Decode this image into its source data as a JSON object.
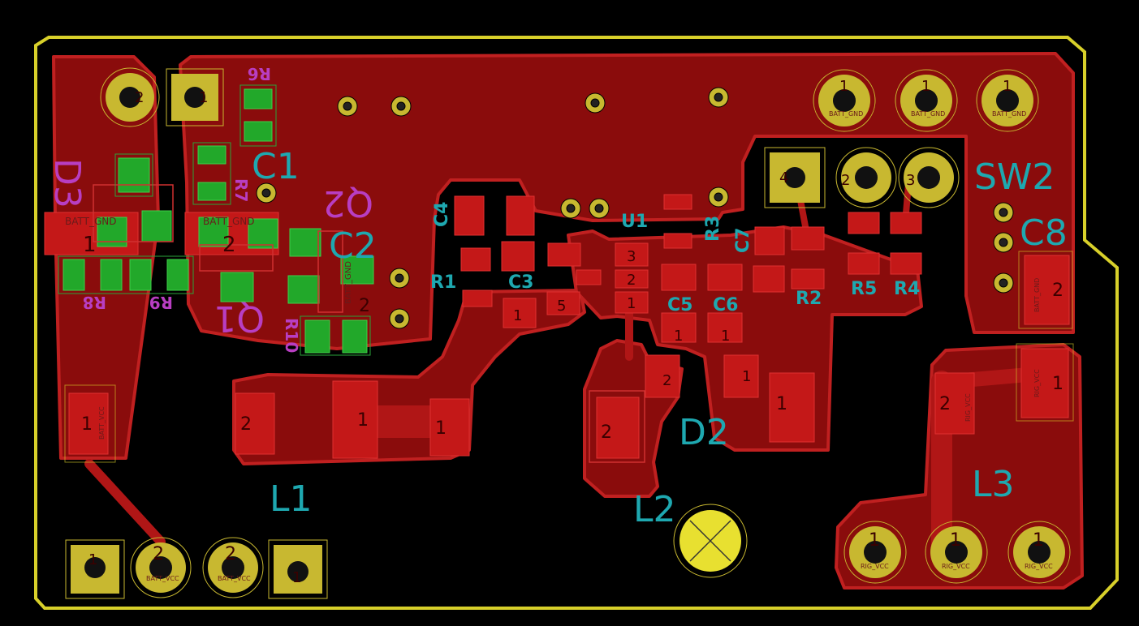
{
  "colors": {
    "background": "#000000",
    "edge_cuts": "#d8d02a",
    "copper_fill": "#8a0c0c",
    "copper_outline": "#c02020",
    "pad": "#c41818",
    "pad_bright": "#d02020",
    "through_hole": "#c8b830",
    "bottom_pad": "#22a82a",
    "silk_front": "#1ea8b0",
    "silk_back": "#b83ec2"
  },
  "refs": {
    "d3": "D3",
    "c1": "C1",
    "q2": "Q2",
    "c2": "C2",
    "q1": "Q1",
    "r6": "R6",
    "r7": "R7",
    "r8": "R8",
    "r9": "R9",
    "r10": "R10",
    "c4": "C4",
    "r1": "R1",
    "c3": "C3",
    "u1": "U1",
    "r3": "R3",
    "c7": "C7",
    "c5": "C5",
    "c6": "C6",
    "r2": "R2",
    "r5": "R5",
    "r4": "R4",
    "sw2": "SW2",
    "c8": "C8",
    "d2": "D2",
    "l1": "L1",
    "l2": "L2",
    "l3": "L3"
  },
  "nets": {
    "batt_vcc": "BATT_VCC",
    "batt_gnd": "BATT_GND",
    "rig_vcc": "RIG_VCC"
  },
  "pad_numbers": {
    "one": "1",
    "two": "2",
    "three": "3",
    "four": "4",
    "five": "5"
  }
}
